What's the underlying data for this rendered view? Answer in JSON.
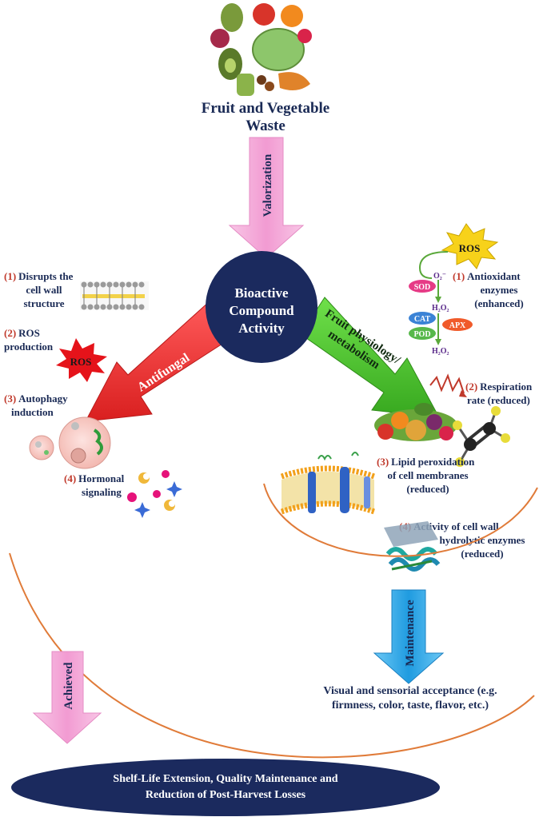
{
  "source": {
    "line1": "Fruit and Vegetable",
    "line2": "Waste"
  },
  "arrows": {
    "valorization": "Valorization",
    "antifungal": "Antifungal",
    "physiology_1": "Fruit physiology/",
    "physiology_2": "metabolism",
    "maintenance": "Maintenance",
    "achieved": "Achieved"
  },
  "center": {
    "line1": "Bioactive",
    "line2": "Compound",
    "line3": "Activity"
  },
  "antifungal_effects": [
    {
      "num": "(1)",
      "line1": "Disrupts the",
      "line2": "cell wall",
      "line3": "structure"
    },
    {
      "num": "(2)",
      "line1": "ROS",
      "line2": "production"
    },
    {
      "num": "(3)",
      "line1": "Autophagy",
      "line2": "induction"
    },
    {
      "num": "(4)",
      "line1": "Hormonal",
      "line2": "signaling"
    }
  ],
  "physiology_effects": [
    {
      "num": "(1)",
      "line1": "Antioxidant",
      "line2": "enzymes",
      "line3": "(enhanced)"
    },
    {
      "num": "(2)",
      "line1": "Respiration",
      "line2": "rate (reduced)"
    },
    {
      "num": "(3)",
      "line1": "Lipid peroxidation",
      "line2": "of cell membranes",
      "line3": "(reduced)"
    },
    {
      "num": "(4)",
      "line1": "Activity of cell wall",
      "line2": "hydrolytic enzymes",
      "line3": "(reduced)"
    }
  ],
  "ros_label": "ROS",
  "enzymes": {
    "sod": "SOD",
    "cat": "CAT",
    "pod": "POD",
    "apx": "APX",
    "o2": "O₂⁻",
    "h2o2_a": "H₂O₂",
    "h2o2_b": "H₂O₂"
  },
  "sensorial": {
    "line1": "Visual and sensorial acceptance (e.g.",
    "line2": "firmness, color, taste, flavor, etc.)"
  },
  "outcome": {
    "line1": "Shelf-Life Extension, Quality Maintenance and",
    "line2": "Reduction of Post-Harvest Losses"
  },
  "colors": {
    "navy": "#1a2a55",
    "pink": "#f4a6d7",
    "red": "#f03a3a",
    "green": "#5bd13a",
    "blue": "#2aa8e8",
    "orange_curve": "#e07b39",
    "number_red": "#c0392b"
  }
}
